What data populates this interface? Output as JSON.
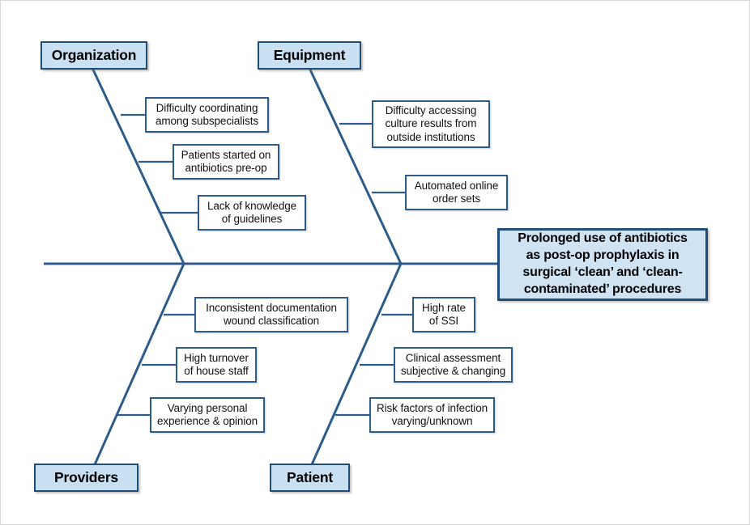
{
  "diagram": {
    "type": "fishbone-ishikawa",
    "effect": {
      "label": "Prolonged use of antibiotics as post-op prophylaxis in surgical ‘clean’ and ‘clean-contaminated’ procedures",
      "lines": "Prolonged use of antibiotics\nas post-op prophylaxis in\nsurgical ‘clean’ and ‘clean-\ncontaminated’ procedures"
    },
    "colors": {
      "bone": "#2d5c8a",
      "category_fill": "#c9e0f2",
      "category_border": "#1f4e79",
      "effect_fill": "#cfe3f3",
      "cause_fill": "#ffffff",
      "cause_border": "#2d5c8a",
      "text": "#111111",
      "background": "#ffffff"
    },
    "categories": [
      {
        "id": "organization",
        "label": "Organization",
        "position": "top-left",
        "causes": [
          {
            "id": "difficulty-coordinating",
            "lines": "Difficulty coordinating\namong subspecialists"
          },
          {
            "id": "patients-started-antibiotics",
            "lines": "Patients started on\nantibiotics pre-op"
          },
          {
            "id": "lack-of-knowledge",
            "lines": "Lack of knowledge\nof guidelines"
          }
        ]
      },
      {
        "id": "equipment",
        "label": "Equipment",
        "position": "top-right",
        "causes": [
          {
            "id": "difficulty-accessing-cultures",
            "lines": "Difficulty accessing\nculture results from\noutside institutions"
          },
          {
            "id": "automated-order-sets",
            "lines": "Automated online\norder sets"
          }
        ]
      },
      {
        "id": "providers",
        "label": "Providers",
        "position": "bottom-left",
        "causes": [
          {
            "id": "inconsistent-documentation",
            "lines": "Inconsistent documentation\nwound classification"
          },
          {
            "id": "high-turnover",
            "lines": "High turnover\nof house staff"
          },
          {
            "id": "varying-personal-experience",
            "lines": "Varying personal\nexperience & opinion"
          }
        ]
      },
      {
        "id": "patient",
        "label": "Patient",
        "position": "bottom-right",
        "causes": [
          {
            "id": "high-rate-ssi",
            "lines": "High rate\nof SSI"
          },
          {
            "id": "clinical-assessment",
            "lines": "Clinical assessment\nsubjective & changing"
          },
          {
            "id": "risk-factors-infection",
            "lines": "Risk factors of infection\nvarying/unknown"
          }
        ]
      }
    ]
  }
}
